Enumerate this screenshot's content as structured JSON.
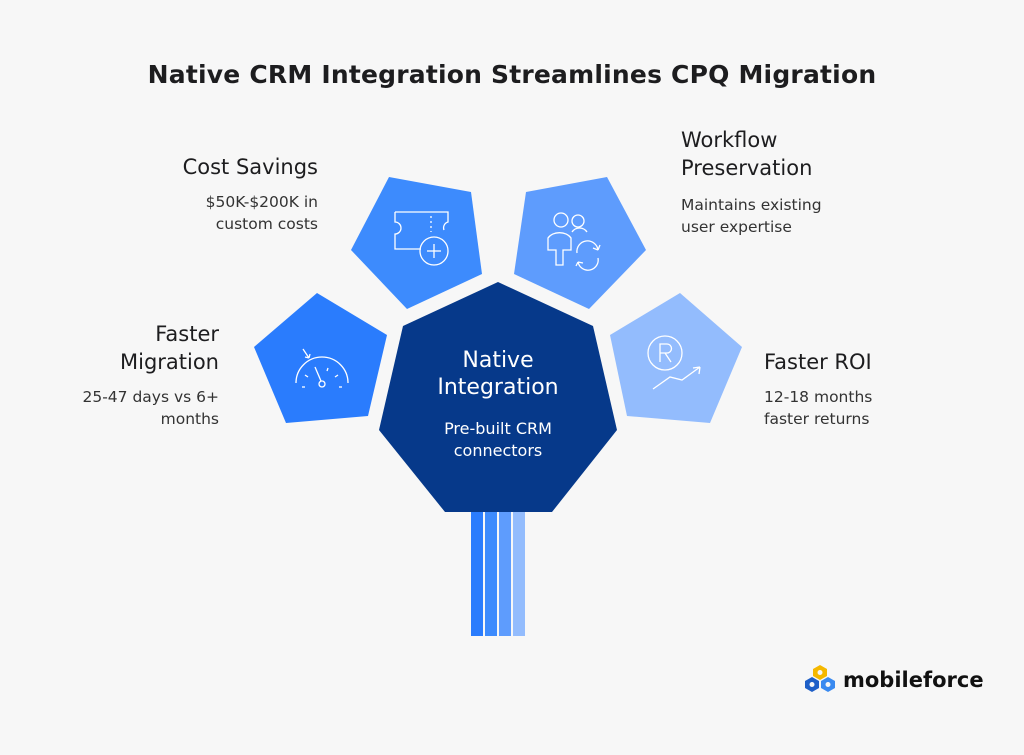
{
  "title": "Native CRM Integration Streamlines CPQ Migration",
  "center": {
    "title": "Native Integration",
    "subtitle": "Pre-built CRM connectors",
    "color": "#06398a"
  },
  "benefits": [
    {
      "title": "Faster Migration",
      "desc": "25-47 days vs 6+ months",
      "icon": "speedometer-icon",
      "color": "#2a7cfd"
    },
    {
      "title": "Cost Savings",
      "desc": "$50K-$200K in custom costs",
      "icon": "ticket-plus-icon",
      "color": "#3d8bfd"
    },
    {
      "title": "Workflow Preservation",
      "desc": "Maintains existing user expertise",
      "icon": "users-sync-icon",
      "color": "#5e9cfd"
    },
    {
      "title": "Faster ROI",
      "desc": "12-18 months faster returns",
      "icon": "return-growth-icon",
      "color": "#93bcfd"
    }
  ],
  "logo": {
    "text": "mobileforce"
  }
}
